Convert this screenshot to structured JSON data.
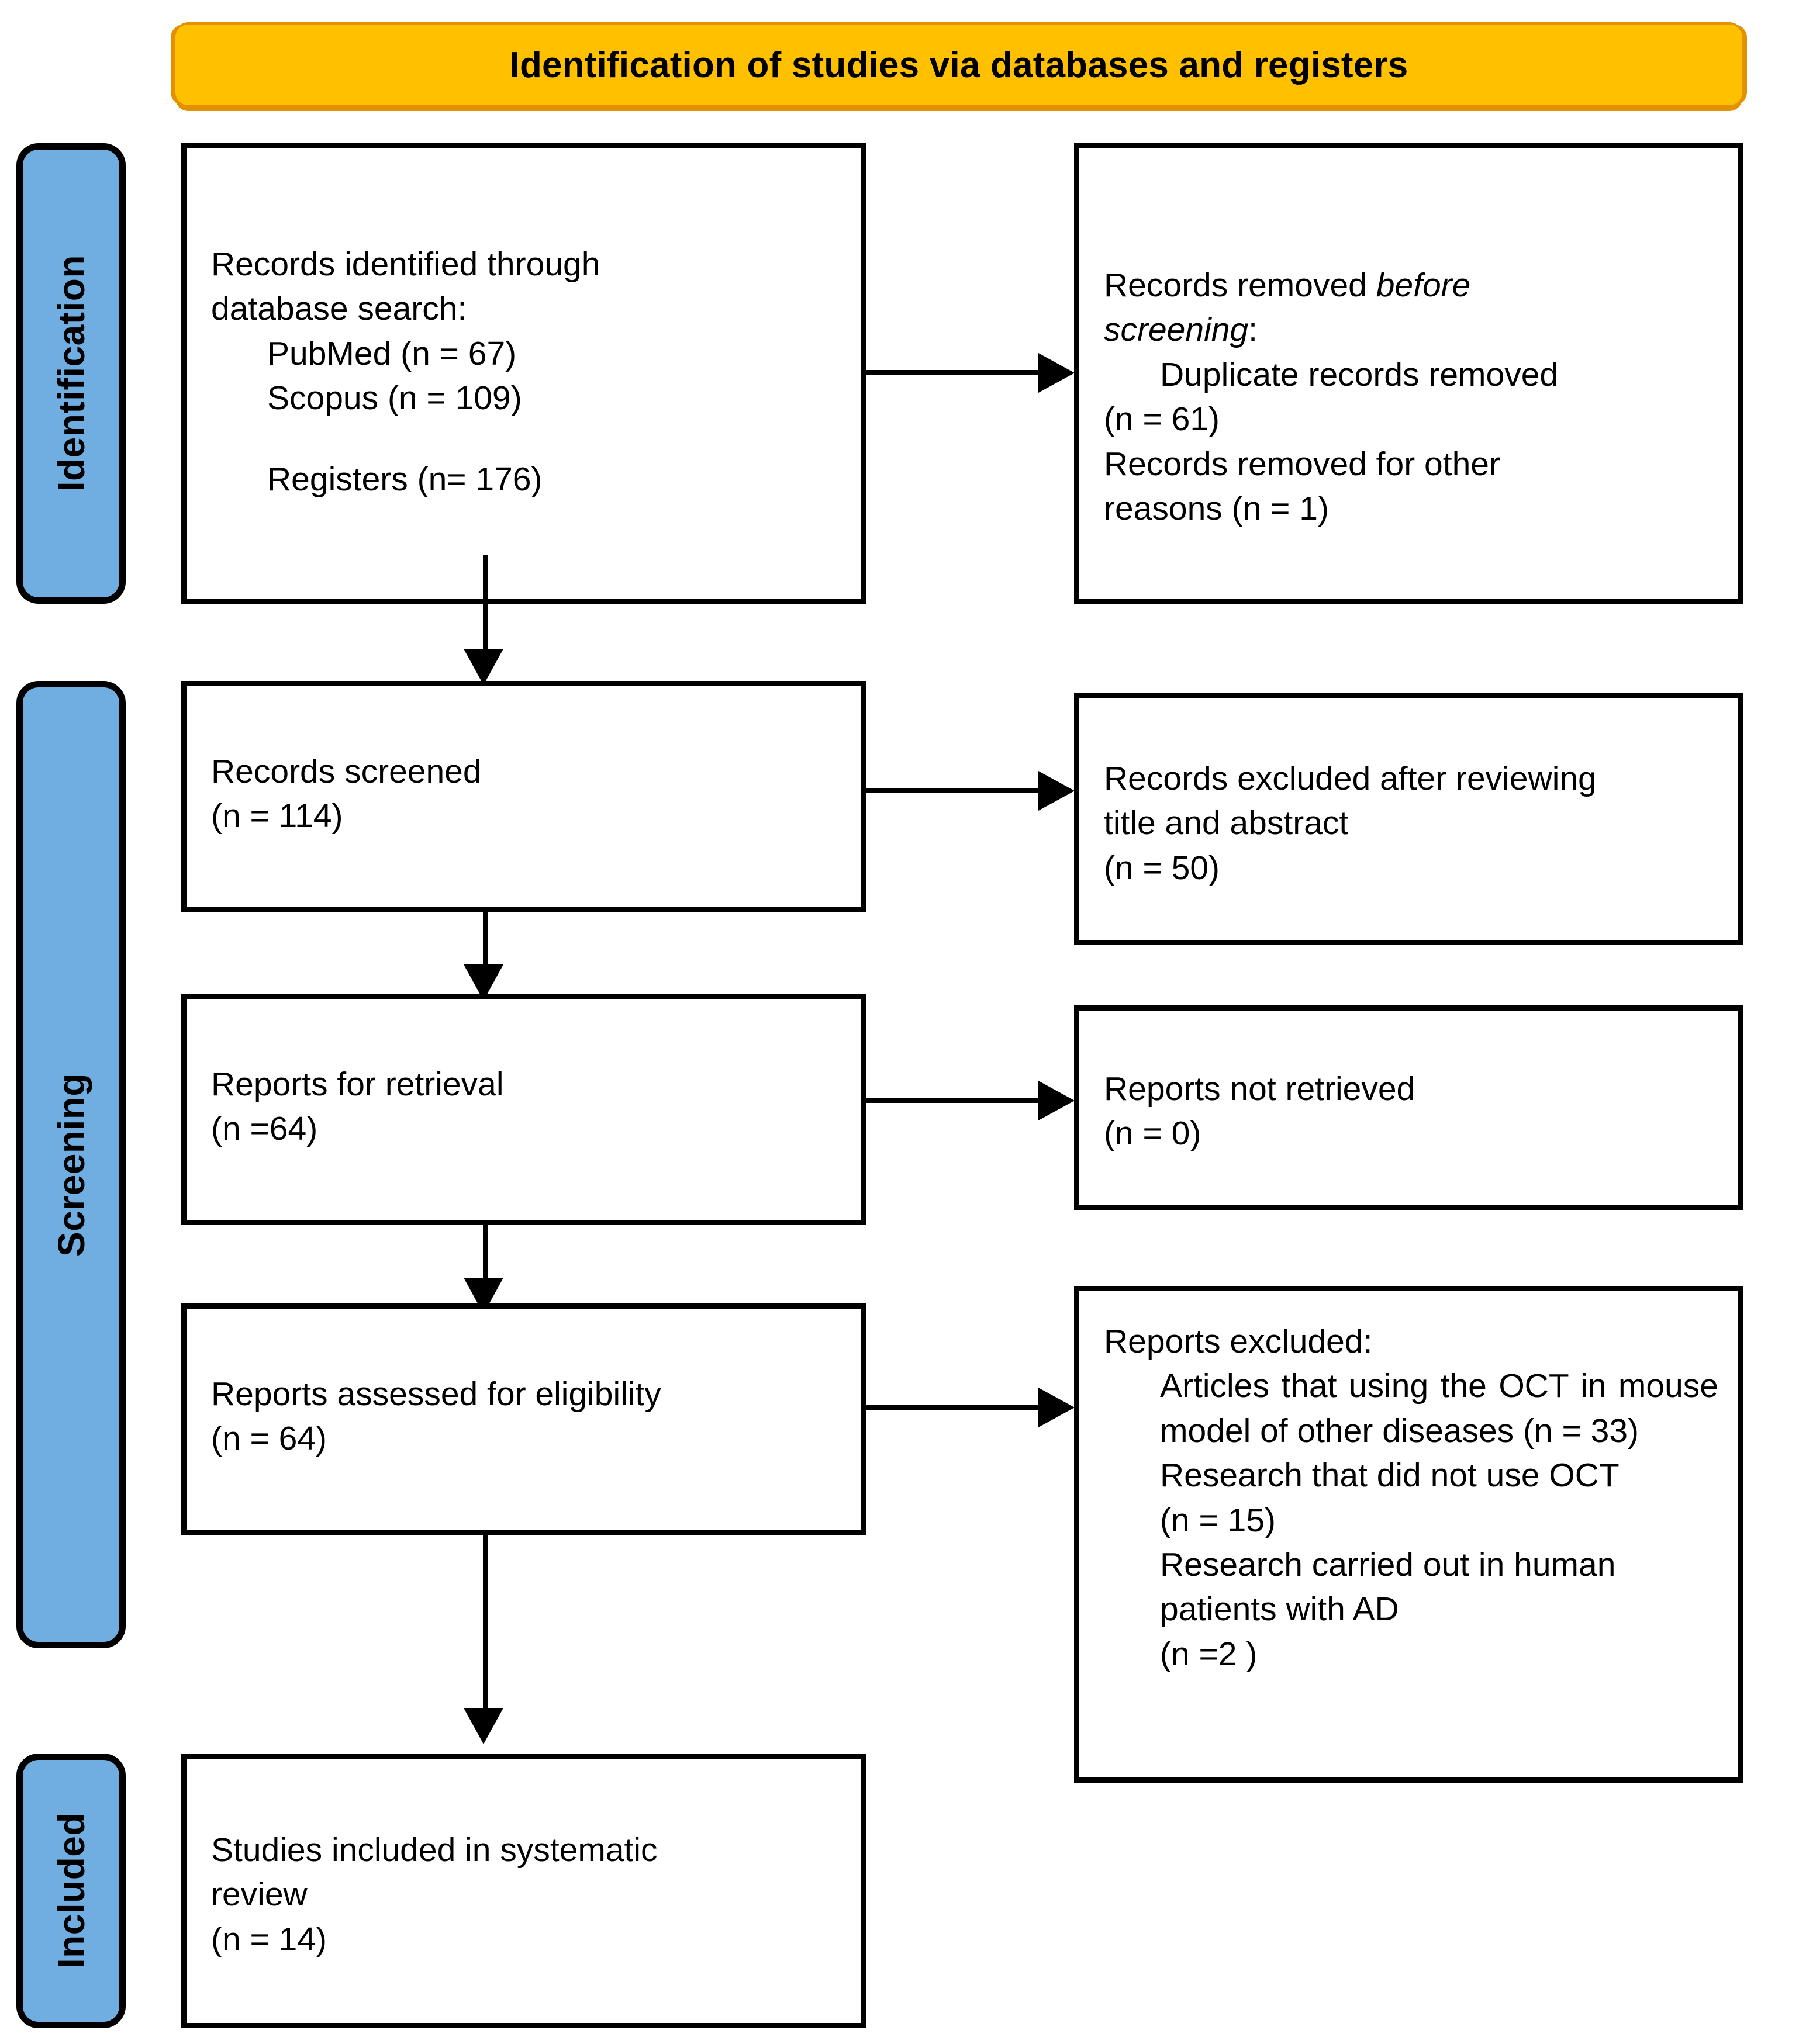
{
  "banner": {
    "title": "Identification of studies via databases and registers"
  },
  "stages": [
    {
      "id": "identification",
      "label": "Identification"
    },
    {
      "id": "screening",
      "label": "Screening"
    },
    {
      "id": "included",
      "label": "Included"
    }
  ],
  "boxes": {
    "identified": {
      "line1": "Records identified through",
      "line2": "database search:",
      "line3": "PubMed (n = 67)",
      "line4": "Scopus (n = 109)",
      "line5": "Registers (n= 176)"
    },
    "removed": {
      "line1": "Records removed",
      "line1_italic": "before",
      "line2_italic": "screening",
      "line2_tail": ":",
      "line3": "Duplicate records removed",
      "line4": "(n = 61)",
      "line5": "Records removed for other",
      "line6": "reasons (n = 1)"
    },
    "screened": {
      "line1": "Records screened",
      "line2": "(n = 114)"
    },
    "excluded_title_abstract": {
      "line1": "Records excluded after reviewing",
      "line2": "title and abstract",
      "line3": "(n = 50)"
    },
    "retrieval": {
      "line1": "Reports for retrieval",
      "line2": "(n =64)"
    },
    "not_retrieved": {
      "line1": "Reports not retrieved",
      "line2": "(n = 0)"
    },
    "eligibility": {
      "line1": "Reports assessed for eligibility",
      "line2": "(n = 64)"
    },
    "reports_excluded": {
      "line1": "Reports excluded:",
      "line2": "Articles that using the OCT in mouse model of other diseases (n = 33)",
      "line3": "Research that did not use OCT",
      "line4": "(n = 15)",
      "line5": "Research carried out in human",
      "line6": "patients with AD",
      "line7": "(n =2 )"
    },
    "included": {
      "line1": "Studies included in systematic",
      "line2": "review",
      "line3": "(n = 14)"
    }
  },
  "colors": {
    "banner_fill": "#FFC000",
    "banner_shadow": "#E39100",
    "stage_fill": "#70AEE2",
    "stroke": "#000000",
    "box_fill": "#FFFFFF"
  },
  "chart_data": {
    "type": "diagram",
    "title": "Identification of studies via databases and registers",
    "nodes": [
      {
        "stage": "Identification",
        "side": "left",
        "label": "Records identified through database search: PubMed (n = 67); Scopus (n = 109); Registers (n= 176)",
        "counts": {
          "PubMed": 67,
          "Scopus": 109,
          "Registers": 176
        }
      },
      {
        "stage": "Identification",
        "side": "right",
        "label": "Records removed before screening: Duplicate records removed (n = 61); Records removed for other reasons (n = 1)",
        "counts": {
          "Duplicate records removed": 61,
          "Records removed for other reasons": 1
        }
      },
      {
        "stage": "Screening",
        "side": "left",
        "label": "Records screened",
        "counts": {
          "n": 114
        }
      },
      {
        "stage": "Screening",
        "side": "right",
        "label": "Records excluded after reviewing title and abstract",
        "counts": {
          "n": 50
        }
      },
      {
        "stage": "Screening",
        "side": "left",
        "label": "Reports for retrieval",
        "counts": {
          "n": 64
        }
      },
      {
        "stage": "Screening",
        "side": "right",
        "label": "Reports not retrieved",
        "counts": {
          "n": 0
        }
      },
      {
        "stage": "Screening",
        "side": "left",
        "label": "Reports assessed for eligibility",
        "counts": {
          "n": 64
        }
      },
      {
        "stage": "Screening",
        "side": "right",
        "label": "Reports excluded",
        "counts": {
          "Articles that using the OCT in mouse model of other diseases": 33,
          "Research that did not use OCT": 15,
          "Research carried out in human patients with AD": 2
        }
      },
      {
        "stage": "Included",
        "side": "left",
        "label": "Studies included in systematic review",
        "counts": {
          "n": 14
        }
      }
    ]
  }
}
